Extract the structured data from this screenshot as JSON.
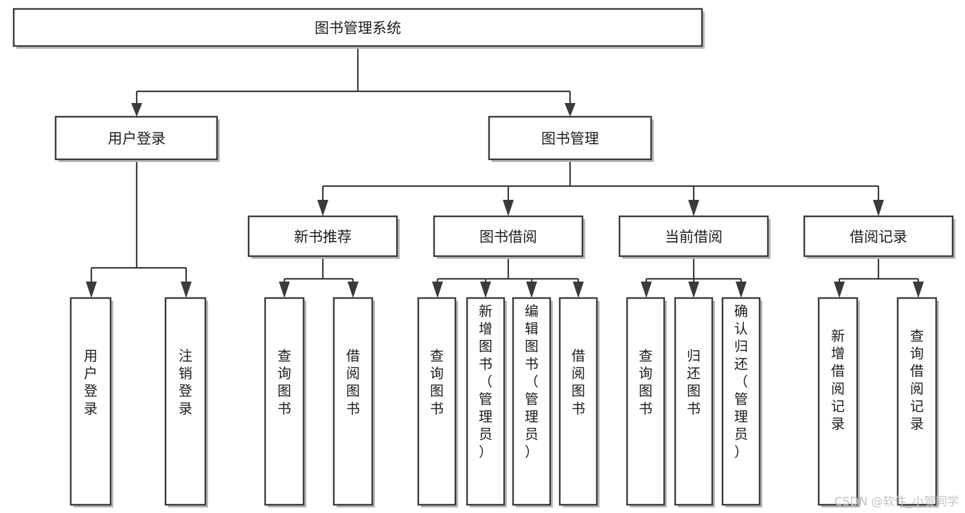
{
  "diagram": {
    "title": "图书管理系统",
    "type": "function-structure-tree",
    "root": {
      "id": "root",
      "label": "图书管理系统",
      "orientation": "horizontal"
    },
    "level2": [
      {
        "id": "user-login",
        "label": "用户登录",
        "orientation": "horizontal"
      },
      {
        "id": "book-manage",
        "label": "图书管理",
        "orientation": "horizontal"
      }
    ],
    "level3": [
      {
        "id": "new-book-recommend",
        "label": "新书推荐",
        "orientation": "horizontal",
        "parent": "book-manage"
      },
      {
        "id": "book-borrow",
        "label": "图书借阅",
        "orientation": "horizontal",
        "parent": "book-manage"
      },
      {
        "id": "current-borrow",
        "label": "当前借阅",
        "orientation": "horizontal",
        "parent": "book-manage"
      },
      {
        "id": "borrow-record",
        "label": "借阅记录",
        "orientation": "horizontal",
        "parent": "book-manage"
      }
    ],
    "leaves": [
      {
        "id": "leaf-user-login",
        "label": "用户登录",
        "orientation": "vertical",
        "parent": "user-login"
      },
      {
        "id": "leaf-logout-login",
        "label": "注销登录",
        "orientation": "vertical",
        "parent": "user-login"
      },
      {
        "id": "leaf-query-book-1",
        "label": "查询图书",
        "orientation": "vertical",
        "parent": "new-book-recommend"
      },
      {
        "id": "leaf-borrow-book-1",
        "label": "借阅图书",
        "orientation": "vertical",
        "parent": "new-book-recommend"
      },
      {
        "id": "leaf-query-book-2",
        "label": "查询图书",
        "orientation": "vertical",
        "parent": "book-borrow"
      },
      {
        "id": "leaf-add-book",
        "label": "新增图书（管理员）",
        "orientation": "vertical",
        "parent": "book-borrow"
      },
      {
        "id": "leaf-edit-book",
        "label": "编辑图书（管理员）",
        "orientation": "vertical",
        "parent": "book-borrow"
      },
      {
        "id": "leaf-borrow-book-2",
        "label": "借阅图书",
        "orientation": "vertical",
        "parent": "book-borrow"
      },
      {
        "id": "leaf-query-book-3",
        "label": "查询图书",
        "orientation": "vertical",
        "parent": "current-borrow"
      },
      {
        "id": "leaf-return-book",
        "label": "归还图书",
        "orientation": "vertical",
        "parent": "current-borrow"
      },
      {
        "id": "leaf-confirm-return",
        "label": "确认归还（管理员）",
        "orientation": "vertical",
        "parent": "current-borrow"
      },
      {
        "id": "leaf-add-record",
        "label": "新增借阅记录",
        "orientation": "vertical",
        "parent": "borrow-record"
      },
      {
        "id": "leaf-query-record",
        "label": "查询借阅记录",
        "orientation": "vertical",
        "parent": "borrow-record"
      }
    ]
  },
  "watermark": {
    "text": "CSDN @软件_小贺同学"
  },
  "colors": {
    "stroke": "#3a3a3a",
    "fill": "#ffffff",
    "text": "#1c1c1c",
    "watermark": "#c3c3c3",
    "shadow": "#b9b9b9"
  }
}
